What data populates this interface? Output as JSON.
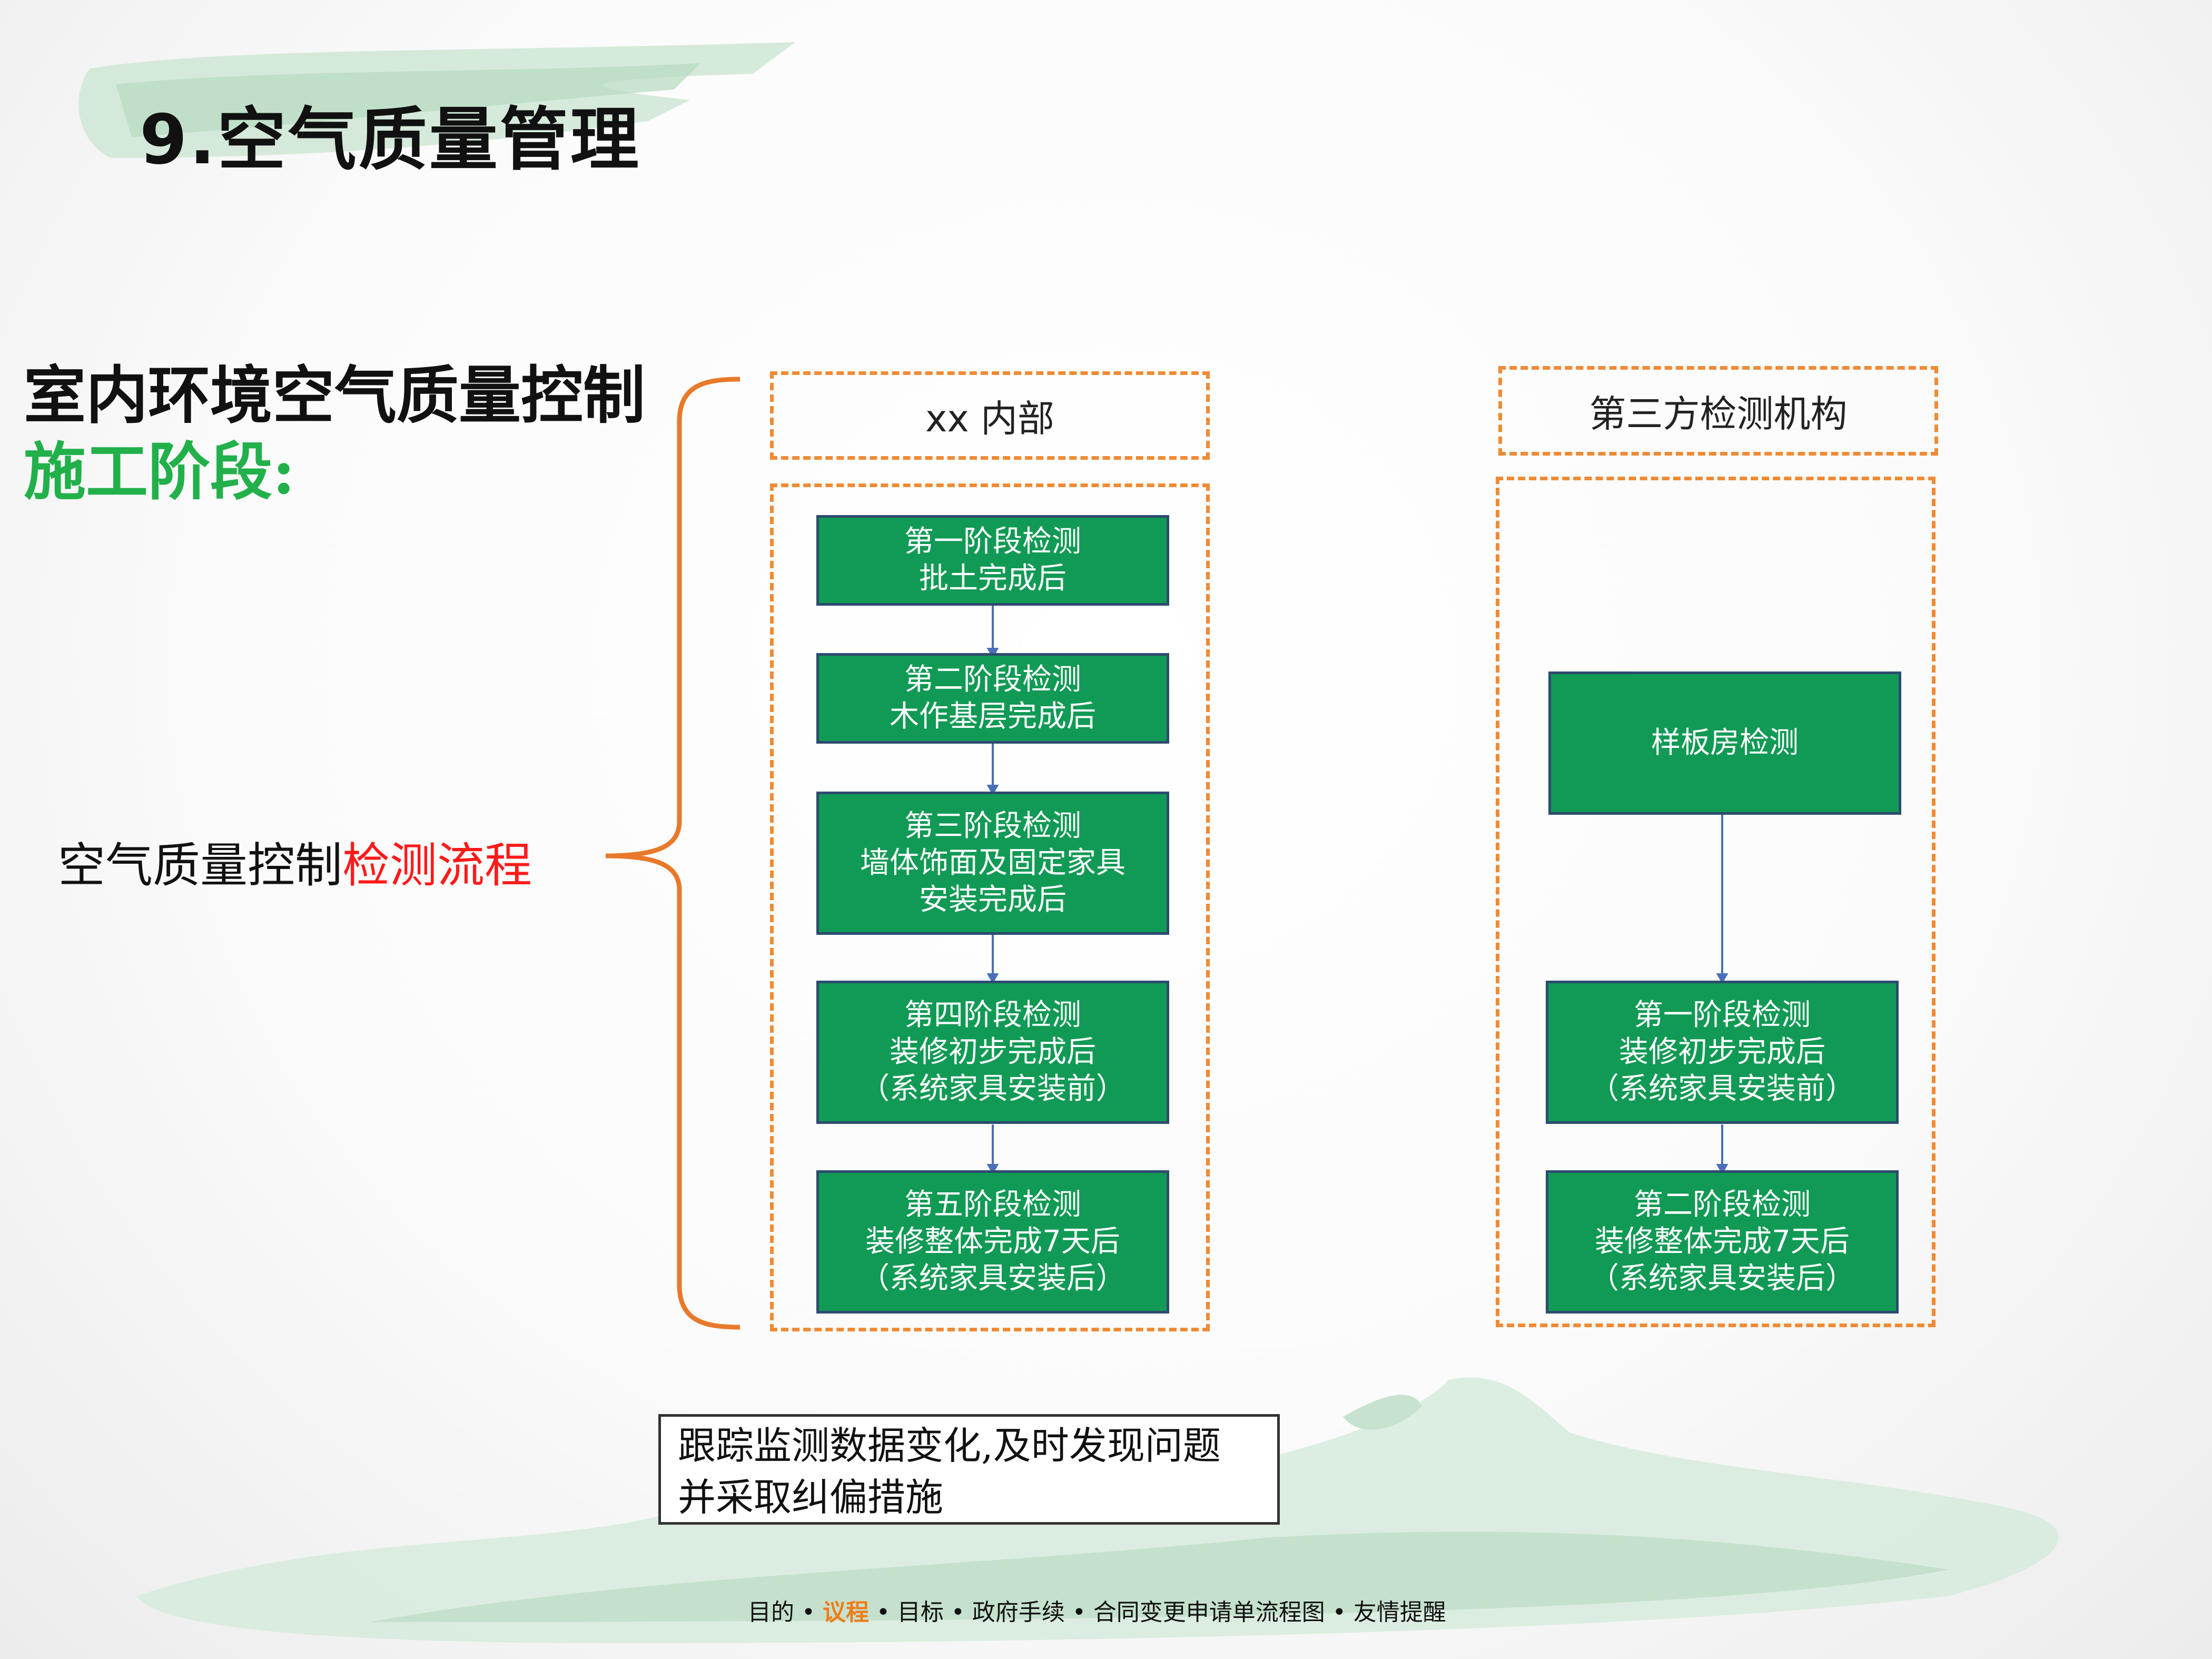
{
  "slide": {
    "title": "9.空气质量管理",
    "heading_line1": "室内环境空气质量控制",
    "heading_line2": "施工阶段:",
    "flow_label_black": "空气质量控制",
    "flow_label_red": "检测流程"
  },
  "internal": {
    "header": "xx 内部",
    "steps": [
      {
        "line1": "第一阶段检测",
        "line2": "批土完成后"
      },
      {
        "line1": "第二阶段检测",
        "line2": "木作基层完成后"
      },
      {
        "line1": "第三阶段检测",
        "line2": "墙体饰面及固定家具",
        "line3": "安装完成后"
      },
      {
        "line1": "第四阶段检测",
        "line2": "装修初步完成后",
        "line3": "（系统家具安装前）"
      },
      {
        "line1": "第五阶段检测",
        "line2": "装修整体完成7天后",
        "line3": "（系统家具安装后）"
      }
    ]
  },
  "third_party": {
    "header": "第三方检测机构",
    "steps": [
      {
        "line1": "样板房检测"
      },
      {
        "line1": "第一阶段检测",
        "line2": "装修初步完成后",
        "line3": "（系统家具安装前）"
      },
      {
        "line1": "第二阶段检测",
        "line2": "装修整体完成7天后",
        "line3": "（系统家具安装后）"
      }
    ]
  },
  "note": {
    "line1": "跟踪监测数据变化,及时发现问题",
    "line2": "并采取纠偏措施"
  },
  "footer": {
    "items": [
      "目的",
      "议程",
      "目标",
      "政府手续",
      "合同变更申请单流程图",
      "友情提醒"
    ],
    "active": "议程"
  },
  "colors": {
    "step_fill": "#119a55",
    "step_border": "#2d4b6f",
    "dash_border": "#f08a34",
    "bracket": "#e8792b",
    "heading_green": "#22b04b",
    "highlight_red": "#ff1a1a",
    "footer_active": "#f07c17",
    "arrow": "#4a6fb8"
  }
}
